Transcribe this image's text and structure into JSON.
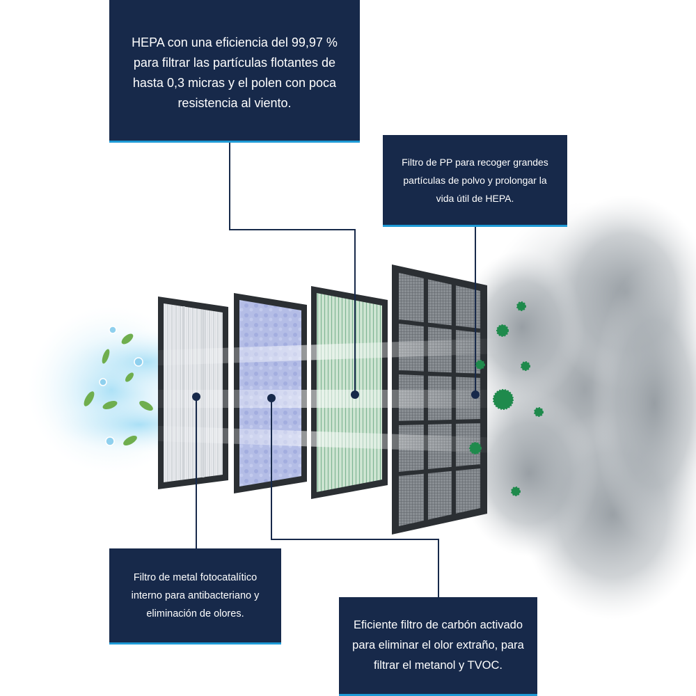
{
  "callouts": {
    "hepa": "HEPA con una eficiencia del 99,97 %\npara filtrar las partículas flotantes de\nhasta 0,3 micras y el polen con poca\nresistencia al viento.",
    "pp": "Filtro de PP para recoger grandes\npartículas de polvo y prolongar la\nvida útil de HEPA.",
    "metal": "Filtro de metal fotocatalítico\ninterno para antibacteriano y\neliminación de olores.",
    "carbon": "Eficiente filtro de carbón activado\npara eliminar el olor extraño, para\nfiltrar el metanol y TVOC."
  },
  "colors": {
    "callout_bg": "#17294a",
    "callout_accent": "#1e9ad6",
    "leader_line": "#17294a",
    "frame": "#2b2f33",
    "metal_filter": "#e6e9ec",
    "carbon_filter": "#a9b3e0",
    "hepa_filter": "#b8d6c2",
    "pp_filter": "#6f7378",
    "leaf": "#6fae4e",
    "droplet": "#8fd0ee",
    "germ": "#1f8a4c",
    "smoke": "#8e959b",
    "air": "#bfe6f7"
  },
  "icons": {
    "clean_side": [
      "leaf-icon",
      "water-droplet-icon"
    ],
    "dirty_side": [
      "germ-icon",
      "smoke-cloud"
    ]
  }
}
